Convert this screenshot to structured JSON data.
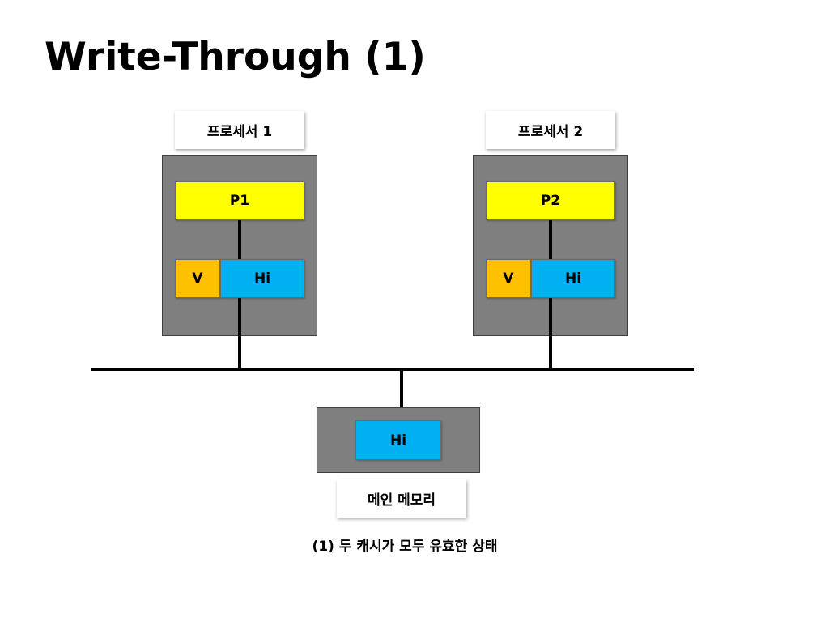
{
  "title": "Write-Through (1)",
  "processors": [
    {
      "label": "프로세서 1",
      "core": "P1",
      "cache": {
        "state": "V",
        "value": "Hi"
      }
    },
    {
      "label": "프로세서 2",
      "core": "P2",
      "cache": {
        "state": "V",
        "value": "Hi"
      }
    }
  ],
  "memory": {
    "label": "메인 메모리",
    "value": "Hi"
  },
  "caption": "(1) 두 캐시가 모두 유효한 상태",
  "colors": {
    "processor_block": "#ffff00",
    "valid_state": "#ffc000",
    "cache_data": "#00b0f0",
    "container": "#7f7f7f",
    "bus": "#000000"
  }
}
